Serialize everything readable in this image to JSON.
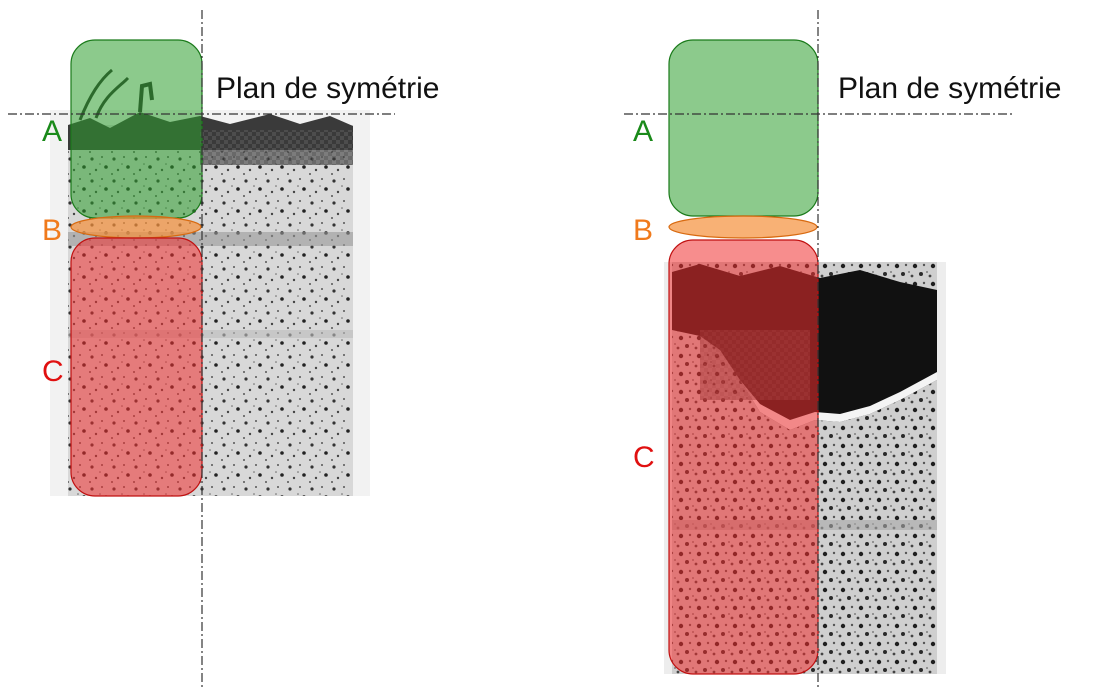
{
  "panels": [
    {
      "plane_label": "Plan de symétrie",
      "zones": [
        {
          "letter": "A",
          "color": "#1a8a1a"
        },
        {
          "letter": "B",
          "color": "#f07a1c"
        },
        {
          "letter": "C",
          "color": "#e01010"
        }
      ]
    },
    {
      "plane_label": "Plan de symétrie",
      "zones": [
        {
          "letter": "A",
          "color": "#1a8a1a"
        },
        {
          "letter": "B",
          "color": "#f07a1c"
        },
        {
          "letter": "C",
          "color": "#e01010"
        }
      ]
    }
  ],
  "colors": {
    "zone_a_fill": "#2e9e2e",
    "zone_b_fill": "#f5903a",
    "zone_c_fill": "#f03030",
    "axis_line": "#333333"
  }
}
